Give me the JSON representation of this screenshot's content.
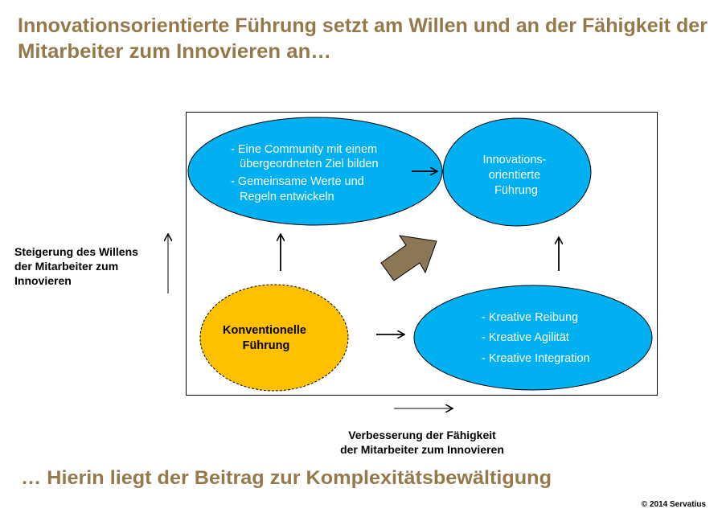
{
  "title": {
    "line1": "Innovationsorientierte Führung setzt am Willen und an der Fähigkeit der",
    "line2": "Mitarbeiter zum Innovieren an…"
  },
  "diagram": {
    "top_left": {
      "lines": [
        "- Eine Community mit einem",
        "übergeordneten Ziel bilden",
        "- Gemeinsame Werte und",
        "Regeln entwickeln"
      ]
    },
    "top_right": {
      "lines": [
        "Innovations-",
        "orientierte",
        "Führung"
      ]
    },
    "bottom_left": {
      "lines": [
        "Konventionelle",
        "Führung"
      ]
    },
    "bottom_right": {
      "lines": [
        "- Kreative Reibung",
        "- Kreative Agilität",
        "- Kreative Integration"
      ]
    }
  },
  "axis_y_label": {
    "lines": [
      "Steigerung des Willens",
      "der Mitarbeiter zum",
      "Innovieren"
    ]
  },
  "axis_x_label": {
    "lines": [
      "Verbesserung der Fähigkeit",
      "der Mitarbeiter zum Innovieren"
    ]
  },
  "footer": "… Hierin liegt der Beitrag zur Komplexitätsbewältigung",
  "copyright": "© 2014 Servatius",
  "colors": {
    "title": "#96794A",
    "blue": "#00B0F0",
    "gold": "#FFC000",
    "brown_arrow": "#8B7755"
  }
}
